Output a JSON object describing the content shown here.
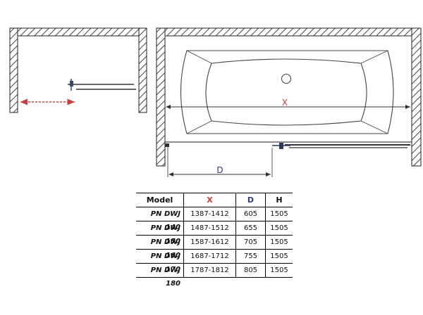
{
  "diagram": {
    "bathtub_width_label": "X",
    "door_width_label": "D"
  },
  "colors": {
    "x_header": "#d23b3b",
    "d_header": "#2f3f7a",
    "slide_arrow": "#d23b3b",
    "hatch": "#555555"
  },
  "table": {
    "headers": {
      "model": "Model",
      "x": "X",
      "d": "D",
      "h": "H"
    },
    "rows": [
      {
        "model": "PN DWJ 140",
        "x": "1387-1412",
        "d": "605",
        "h": "1505"
      },
      {
        "model": "PN DWJ 150",
        "x": "1487-1512",
        "d": "655",
        "h": "1505"
      },
      {
        "model": "PN DWJ 160",
        "x": "1587-1612",
        "d": "705",
        "h": "1505"
      },
      {
        "model": "PN DWJ 170",
        "x": "1687-1712",
        "d": "755",
        "h": "1505"
      },
      {
        "model": "PN DWJ 180",
        "x": "1787-1812",
        "d": "805",
        "h": "1505"
      }
    ]
  }
}
